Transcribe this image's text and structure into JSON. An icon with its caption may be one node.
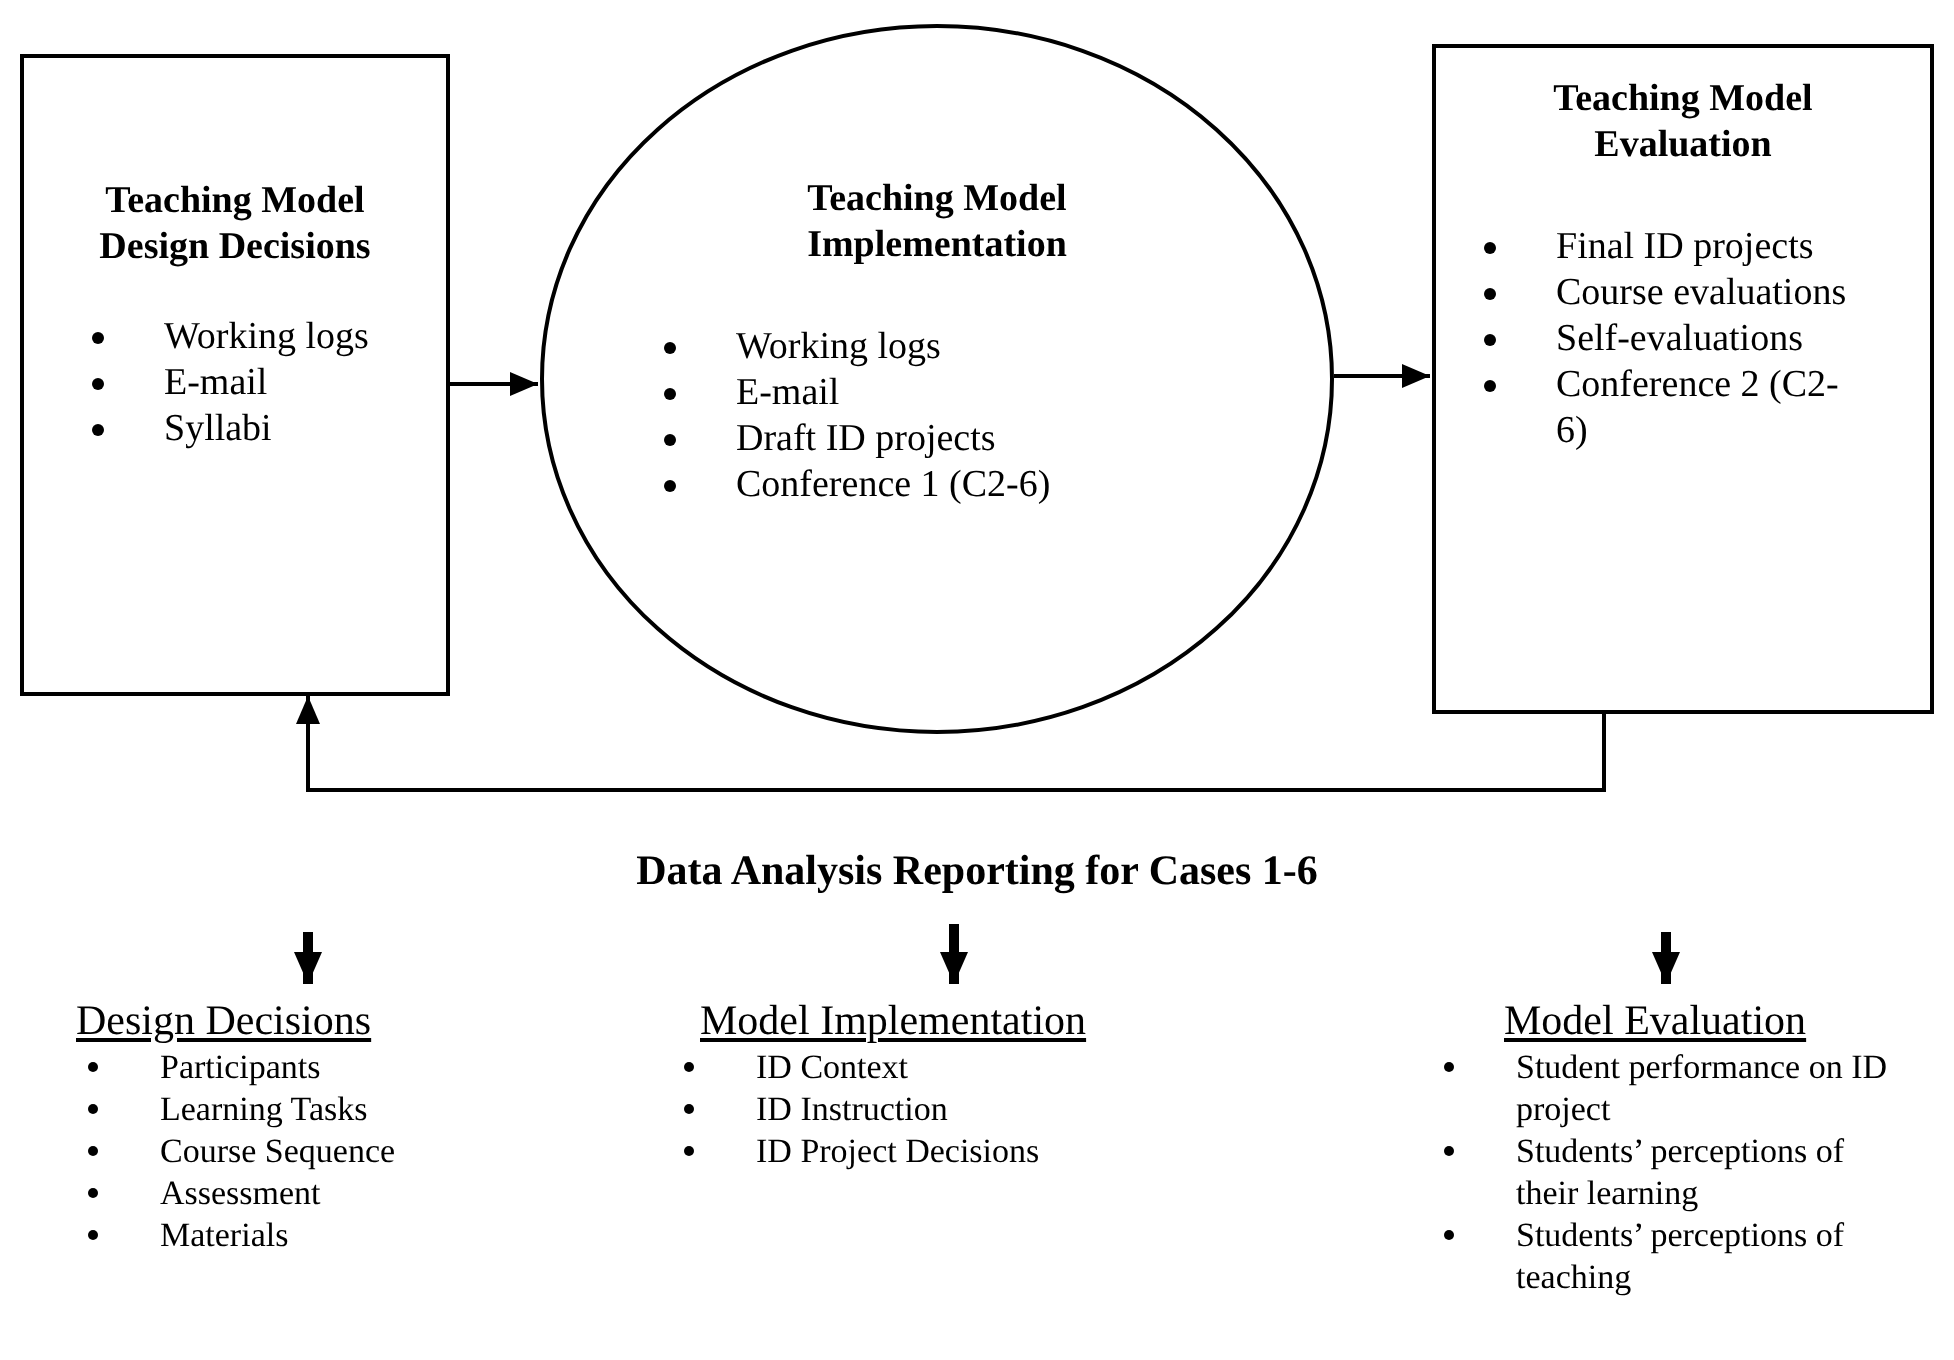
{
  "diagram": {
    "nodes": [
      {
        "text": [
          "Teaching Model Design Decisions",
          "Working logs",
          "E-mail",
          "Syllabi"
        ]
      },
      {
        "text": [
          "Teaching Model Implementation",
          "Working logs",
          "E-mail",
          "Draft ID projects",
          "Conference 1 (C2-6)"
        ]
      },
      {
        "text": [
          "Teaching Model Evaluation",
          "Final ID projects",
          "Course evaluations",
          "Self-evaluations",
          "Conference 2 (C2-6)"
        ]
      },
      {
        "text": [
          "Data Analysis Reporting for Cases 1-6"
        ]
      },
      {
        "text": [
          "Design Decisions",
          "Participants",
          "Learning Tasks",
          "Course Sequence",
          "Assessment",
          "Materials"
        ]
      },
      {
        "text": [
          "Model Implementation",
          "ID Context",
          "ID Instruction",
          "ID Project Decisions"
        ]
      },
      {
        "text": [
          "Model Evaluation",
          "Student performance on ID project",
          "Students’ perceptions of their learning",
          "Students’ perceptions of teaching"
        ]
      }
    ],
    "edges": [
      {
        "from": 0,
        "to": 1,
        "arrow": "to"
      },
      {
        "from": 1,
        "to": 2,
        "arrow": "to"
      },
      {
        "from": 2,
        "to": 0,
        "arrow": "to"
      },
      {
        "from": null,
        "to": 4,
        "arrow": "to",
        "style": "thick"
      },
      {
        "from": 3,
        "to": 5,
        "arrow": "to",
        "style": "thick"
      },
      {
        "from": null,
        "to": 6,
        "arrow": "to",
        "style": "thick"
      }
    ]
  }
}
